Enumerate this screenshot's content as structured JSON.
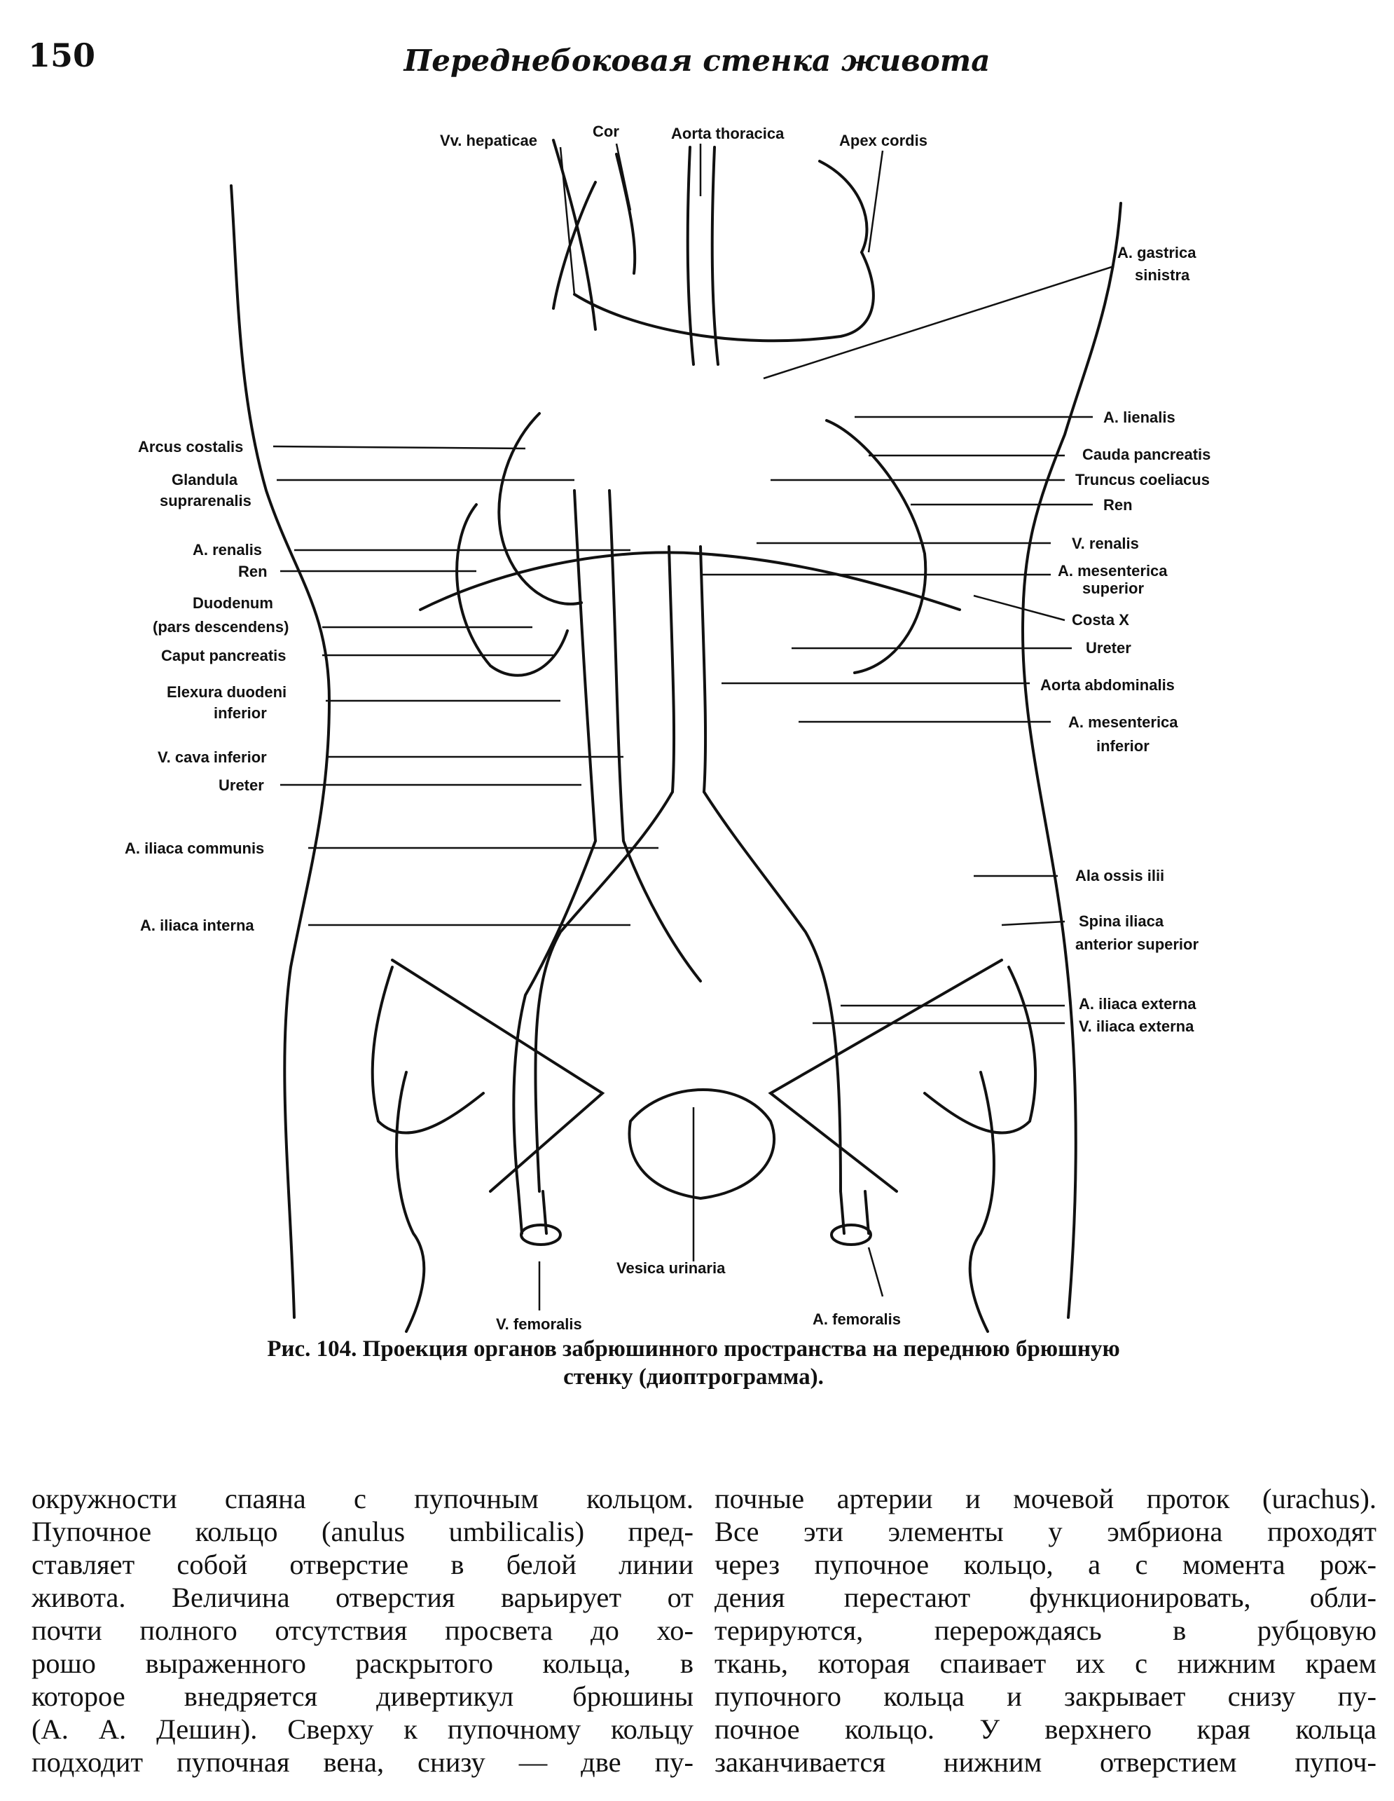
{
  "header": {
    "page_number": "150",
    "running_head": "Переднебоковая стенка живота"
  },
  "figure": {
    "labels": {
      "vv_hepaticae": "Vv. hepaticae",
      "cor": "Cor",
      "aorta_thoracica": "Aorta thoracica",
      "apex_cordis": "Apex cordis",
      "a_gastrica_1": "A. gastrica",
      "a_gastrica_2": "sinistra",
      "a_lienalis": "A. lienalis",
      "cauda_pancreatis": "Cauda pancreatis",
      "truncus_coeliacus": "Truncus coeliacus",
      "ren_right": "Ren",
      "v_renalis": "V. renalis",
      "a_mes_sup_1": "A. mesenterica",
      "a_mes_sup_2": "superior",
      "costa_x": "Costa X",
      "ureter_right": "Ureter",
      "aorta_abdominalis": "Aorta abdominalis",
      "a_mes_inf_1": "A. mesenterica",
      "a_mes_inf_2": "inferior",
      "ala_ossis_ilii": "Ala ossis ilii",
      "spina_1": "Spina iliaca",
      "spina_2": "anterior superior",
      "a_iliaca_externa": "A. iliaca externa",
      "v_iliaca_externa": "V. iliaca externa",
      "arcus_costalis": "Arcus costalis",
      "glandula_1": "Glandula",
      "glandula_2": "suprarenalis",
      "a_renalis": "A. renalis",
      "ren_left": "Ren",
      "duodenum_1": "Duodenum",
      "duodenum_2": "(pars descendens)",
      "caput_pancreatis": "Caput pancreatis",
      "flexura_1": "Elexura duodeni",
      "flexura_2": "inferior",
      "v_cava_inferior": "V. cava inferior",
      "ureter_left": "Ureter",
      "a_iliaca_communis": "A. iliaca communis",
      "a_iliaca_interna": "A. iliaca interna",
      "vesica_urinaria": "Vesica urinaria",
      "v_femoralis": "V. femoralis",
      "a_femoralis": "A. femoralis"
    },
    "caption_line1": "Рис. 104. Проекция органов забрюшинного пространства на переднюю брюшную",
    "caption_line2": "стенку (диоптрограмма)."
  },
  "body_text": {
    "left_column": [
      "окружности спаяна с пупочным кольцом.",
      "Пупочное кольцо (anulus umbilicalis) пред-",
      "ставляет собой отверстие в белой линии",
      "живота. Величина отверстия варьирует от",
      "почти полного отсутствия просвета до хо-",
      "рошо выраженного раскрытого кольца, в",
      "которое внедряется дивертикул брюшины",
      "(А. А. Дешин). Сверху к пупочному кольцу",
      "подходит пупочная вена, снизу — две пу-"
    ],
    "right_column": [
      "почные артерии и мочевой проток (urachus).",
      "Все эти элементы у эмбриона проходят",
      "через пупочное кольцо, а с момента рож-",
      "дения перестают функционировать, обли-",
      "терируются, перерождаясь в рубцовую",
      "ткань, которая спаивает их с нижним краем",
      "пупочного кольца и закрывает снизу пу-",
      "почное кольцо. У верхнего края кольца",
      "заканчивается нижним отверстием пупоч-"
    ]
  }
}
